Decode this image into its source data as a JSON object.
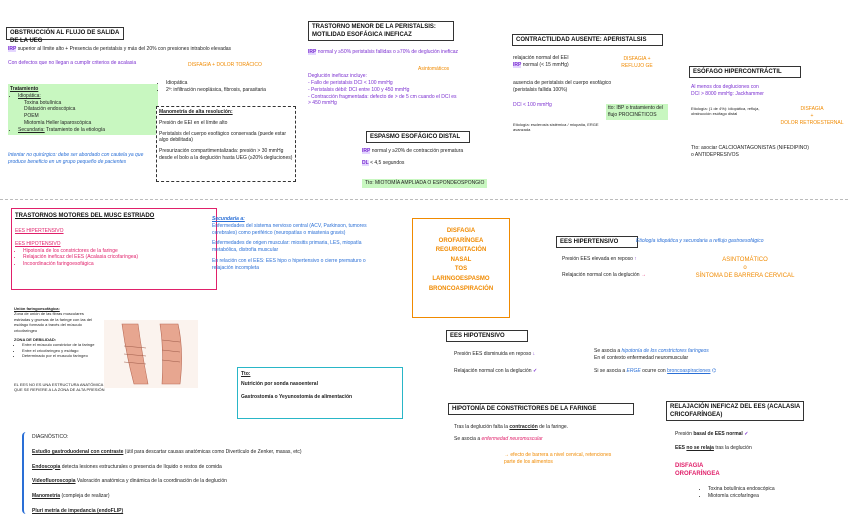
{
  "s1": {
    "title": "OBSTRUCCIÓN AL FLUJO DE SALIDA DE LA UEG",
    "line1_tag": "IRP",
    "line1": "superior al límite alto + Presencia de peristalsis y más del 20% con presiones intrabolo elevadas",
    "line2": "Con defectos que no llegan a cumplir criterios de acalasia",
    "dx": "DISFAGIA + DOLOR TORÁCICO",
    "tx_title": "Tratamiento",
    "tx_a": "Idiopática:",
    "tx_a_items": [
      "Toxina botulínica",
      "Dilatación endoscópica",
      "POEM",
      "Miotomía Heller laparoscópica"
    ],
    "tx_b_label": "Secundaria:",
    "tx_b": "Tratamiento de la etiología",
    "note": "Intentar no quirúrgico: debe ser abordado con cautela ya que produce beneficio en un grupo pequeño de pacientes",
    "causes": [
      "Idiopática",
      "2ª: infiltración neoplásica, fibrosis, parasitaria"
    ],
    "manometry_title": "Manometría de alta resolución:",
    "manometry": [
      "Presión de EEI en el límite alto",
      "Peristalsis del cuerpo esofágico conservada (puede estar algo debilitada)",
      "Presurización compartimentalizada: presión > 30 mmHg desde el bolo a la deglución hasta UEG (≥20% degluciones)"
    ]
  },
  "s2": {
    "title": "TRASTORNO MENOR DE LA PERISTALSIS: MOTILIDAD ESOFÁGICA INEFICAZ",
    "line1_tag": "IRP",
    "line1": "normal y ≥50% peristalsis fallidas o ≥70% de deglución ineficaz",
    "def_title": "Deglución ineficaz incluye:",
    "def_items": [
      "Fallo de peristalsis DCI < 100 mmHg",
      "Peristalsis débil: DCI entre 100 y 450 mmHg",
      "Contracción fragmentada: defecto de > de 5 cm cuando el DCI es > 450 mmHg"
    ],
    "asym": "Asintomáticos"
  },
  "s3": {
    "title": "ESPASMO ESOFÁGICO DISTAL",
    "line1_tag": "IRP",
    "line1": "normal y ≥20% de contracción prematura",
    "line2_tag": "DL",
    "line2": "< 4,5 segundos",
    "tx": "Tto: MIOTOMÍA AMPLIADA O ESPONDEOSPONGIO"
  },
  "s4": {
    "title": "CONTRACTILIDAD AUSENTE: APERISTALSIS",
    "line1": "relajación normal del EEI",
    "line2_tag": "IRP",
    "line2": "normal (< 15 mmHg)",
    "line3": "ausencia de peristalsis del cuerpo esofágico (peristalsis fallida 100%)",
    "line4": "DCI < 100 mmHg",
    "dx": "DISFAGIA + REFLUJO GE",
    "tx": "tto: IBP o tratamiento del flujo PROCINÉTICOS",
    "etiol": "Etiología: esclerosis sistémica / miopatía, ERGE avanzada"
  },
  "s5": {
    "title": "ESÓFAGO HIPERCONTRÁCTIL",
    "line1": "Al menos dos degluciones con",
    "line2": "DCI > 8000 mmHg: Jackhammer",
    "etiol": "Etiología: (1 de 4%): idiopática, refluja, obstrucción esófago distal",
    "dx1": "DISFAGIA",
    "dx2": "+",
    "dx3": "DOLOR RETROESTERNAL",
    "tx": "Tto: asociar CALCIOANTAGONISTAS (NIFEDIPINO) o ANTIDEPRESIVOS"
  },
  "s6": {
    "title": "TRASTORNOS MOTORES DEL MUSC ESTRIADO",
    "h1": "EES HIPERTENSIVO",
    "h2": "EES HIPOTENSIVO",
    "items": [
      "Hipotonía de los constrictores de la faringe",
      "Relajación ineficaz del EES (Acalasia cricofaríngea)",
      "Incoordinación faringoesofágica"
    ]
  },
  "sec": {
    "title": "Secundaria a:",
    "p1": "Enfermedades del sistema nervioso central (ACV, Parkinson, tumores cerebrales) como periférico (neuropatías o miastenia gravis)",
    "p2": "Enfermedades de origen muscular: miositis primaria, LES, miopatía metabólica, distrofia muscular",
    "p3": "En relación con el EES: EES hipo o hipertensivo o cierre prematuro o relajación incompleta"
  },
  "anatomy": {
    "title": "Unión faringoesofágica:",
    "p1": "Zona de unión de las fibras musculares estriadas y gruesas de la faringe con las del esófago formado a través del músculo cricofaríngeo",
    "zone_title": "ZONA DE DEBILIDAD:",
    "zone_items": [
      "Entre el músculo constrictor de la faringe",
      "Entre el cricofaríngeo y esófago",
      "Determinado por el musculo faríngeo"
    ],
    "p2": "EL EES NO ES UNA ESTRUCTURA ANATÓMICA SINO UNA ZONA FUNCIONAL QUE SE REFIERE A LA ZONA DE ALTA PRESIÓN"
  },
  "symptoms": [
    "DISFAGIA",
    "OROFARÍNGEA",
    "REGURGITACIÓN",
    "NASAL",
    "TOS",
    "LARINGOESPASMO",
    "BRONCOASPIRACIÓN"
  ],
  "tto": {
    "title": "Tto:",
    "l1": "Nutrición por sonda nasoenteral",
    "l2": "Gastrostomía o Yeyunostomía de alimentación"
  },
  "dx": {
    "title": "DIAGNÓSTICO:",
    "items": [
      {
        "label": "Estudio gastroduodenal con contraste",
        "text": "(útil para descartar causas anatómicas como Divertículo de Zenker, masas, etc)"
      },
      {
        "label": "Endoscopia",
        "text": "detecta lesiones estructurales o presencia de líquido o restos de comida"
      },
      {
        "label": "Videofluoroscopia",
        "text": "Valoración anatómica y dinámica de la coordinación de la deglución"
      },
      {
        "label": "Manometría",
        "text": "(compleja de realizar)"
      },
      {
        "label": "Pluri metría de impedancia (endoFLIP)",
        "text": ""
      }
    ]
  },
  "hyper": {
    "title": "EES HIPERTENSIVO",
    "note": "Etiología idiopática y secundaria a reflujo gastroesofágico",
    "l1": "Presión EES elevada en reposo",
    "l2": "Relajación normal con la deglución",
    "res1": "ASINTOMÁTICO",
    "res2": "o",
    "res3": "SÍNTOMA DE BARRERA CERVICAL"
  },
  "hypo": {
    "title": "EES HIPOTENSIVO",
    "l1": "Presión EES disminuida en reposo",
    "l2": "Relajación normal con la deglución",
    "r1a": "Se asocia a",
    "r1b": "hipotonía de los constrictores faríngeos",
    "r1c": "En el contexto enfermedad neuromuscular",
    "r2a": "Si se asocia a",
    "r2b": "ERGE",
    "r2c": "ocurre con",
    "r2d": "broncoaspiraciones"
  },
  "hypotonia": {
    "title": "HIPOTONÍA DE CONSTRICTORES DE LA FARINGE",
    "l1a": "Tras la deglución falta la",
    "l1b": "contracción",
    "l1c": "de la faringe.",
    "l2a": "Se asocia a",
    "l2b": "enfermedad neuromuscular",
    "arrow": "→ efecto de barrera a nivel cervical, retenciones parte de los alimentos"
  },
  "relax": {
    "title": "RELAJACIÓN INEFICAZ DEL EES (ACALASIA CRICOFARÍNGEA)",
    "l1a": "Presión",
    "l1b": "basal de EES normal",
    "l2a": "EES",
    "l2b": "no se relaja",
    "l2c": "tras la deglución",
    "dx1": "DISFAGIA",
    "dx2": "OROFARÍNGEA",
    "tx": [
      "Toxina botulínica endoscópica",
      "Miotomía cricofaríngea"
    ]
  },
  "colors": {
    "purple": "#7b2fd0",
    "orange": "#f08a00",
    "pink": "#e0206a",
    "blue": "#2a6fd6"
  }
}
